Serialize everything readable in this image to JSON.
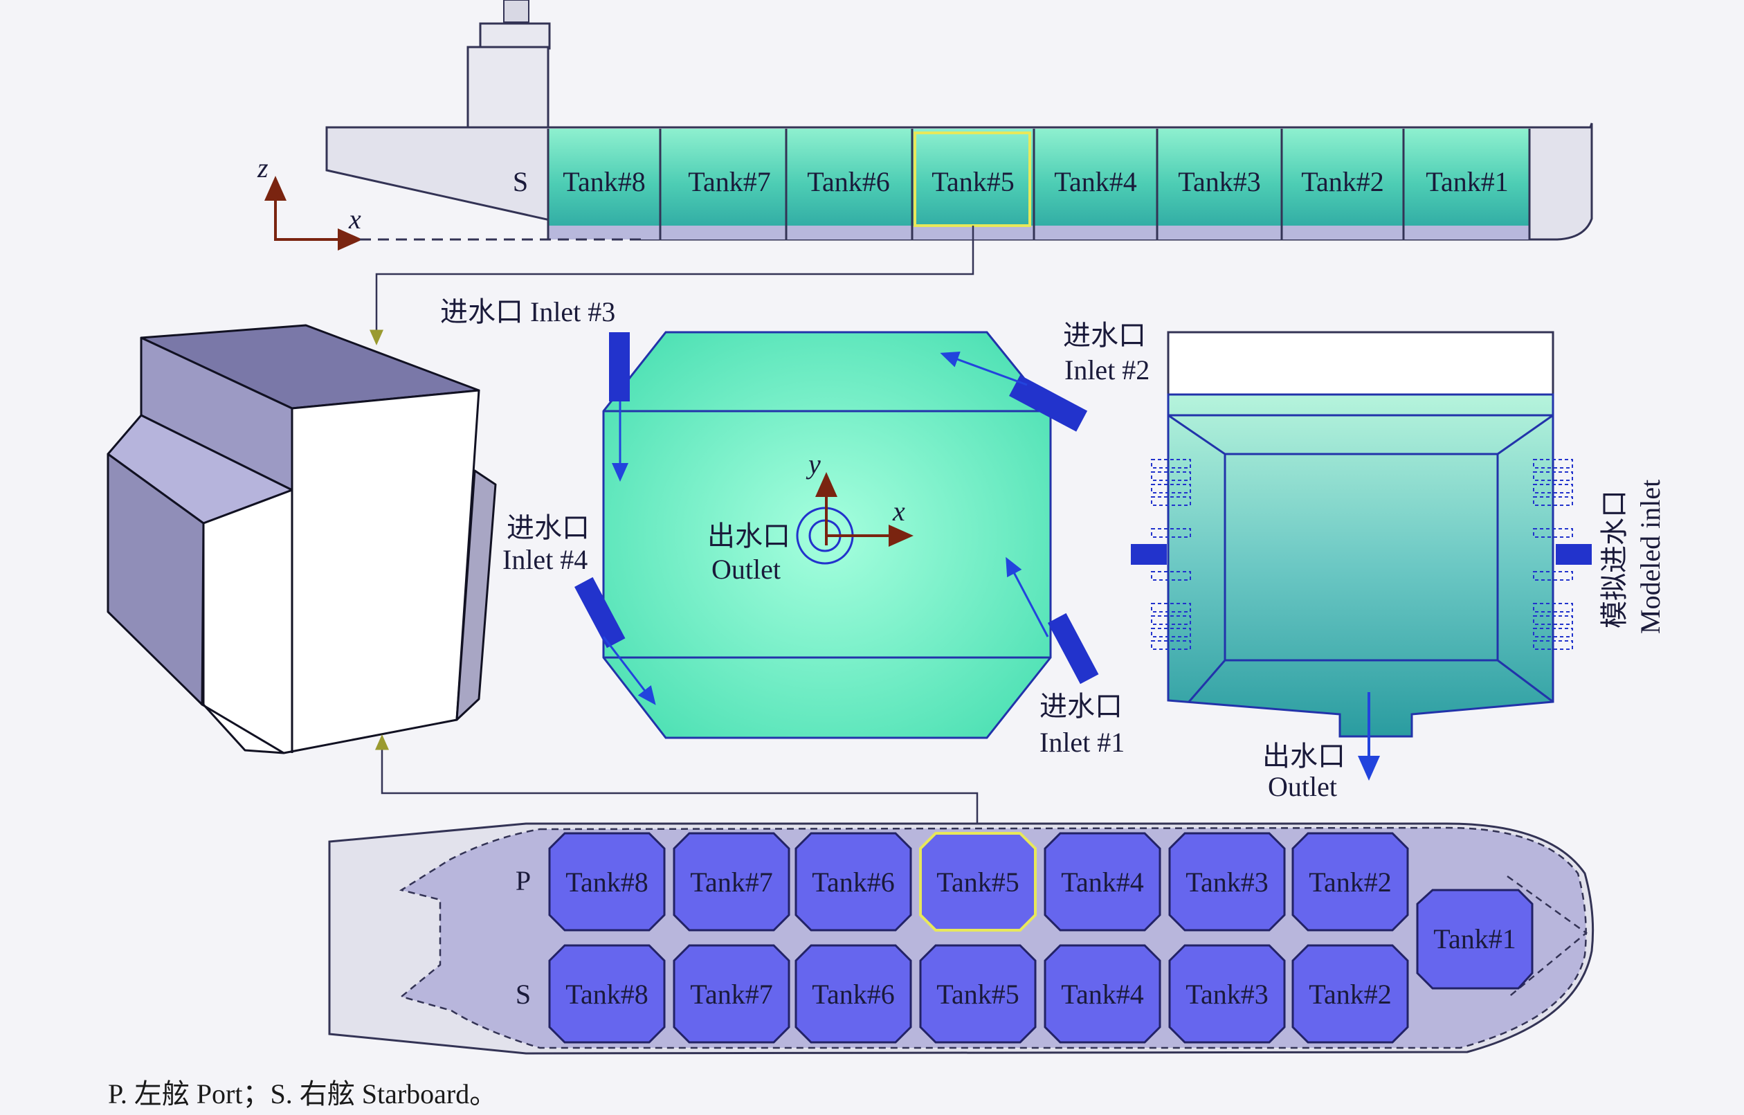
{
  "side_view": {
    "side_label": "S",
    "tanks": [
      "Tank#8",
      "Tank#7",
      "Tank#6",
      "Tank#5",
      "Tank#4",
      "Tank#3",
      "Tank#2",
      "Tank#1"
    ],
    "axis_z": "z",
    "axis_x": "x"
  },
  "inlets": {
    "inlet3": "进水口 Inlet #3",
    "inlet2_cn": "进水口",
    "inlet2_en": "Inlet #2",
    "inlet4_cn": "进水口",
    "inlet4_en": "Inlet #4",
    "inlet1_cn": "进水口",
    "inlet1_en": "Inlet #1",
    "outlet_cn": "出水口",
    "outlet_en": "Outlet",
    "axis_y": "y",
    "axis_x": "x"
  },
  "section_view": {
    "outlet_cn": "出水口",
    "outlet_en": "Outlet",
    "modeled_cn": "模拟进水口",
    "modeled_en": "Modeled inlet"
  },
  "plan_view": {
    "port_label": "P",
    "starboard_label": "S",
    "port_tanks": [
      "Tank#8",
      "Tank#7",
      "Tank#6",
      "Tank#5",
      "Tank#4",
      "Tank#3",
      "Tank#2"
    ],
    "starboard_tanks": [
      "Tank#8",
      "Tank#7",
      "Tank#6",
      "Tank#5",
      "Tank#4",
      "Tank#3",
      "Tank#2"
    ],
    "center_tank": "Tank#1"
  },
  "caption": "P. 左舷 Port；S. 右舷 Starboard。",
  "colors": {
    "water": "#5ee6b8",
    "tank_blue": "#6666ee",
    "hull": "#e0e0ec",
    "highlight": "#e8e85a",
    "arrow": "#2244dd"
  }
}
